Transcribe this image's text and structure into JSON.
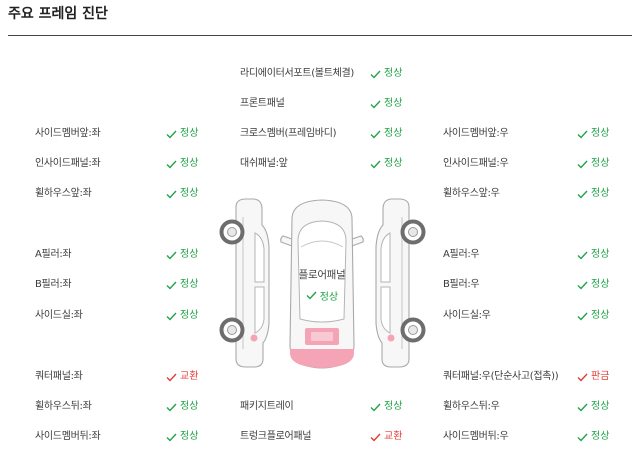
{
  "title": "주요 프레임 진단",
  "status_colors": {
    "정상": "#23a24a",
    "교환": "#e23b35",
    "판금": "#e23b35"
  },
  "icons": {
    "status": "check-icon"
  },
  "frame": {
    "left": [
      {
        "label": "사이드멤버앞:좌",
        "status": "정상"
      },
      {
        "label": "인사이드패널:좌",
        "status": "정상"
      },
      {
        "label": "휠하우스앞:좌",
        "status": "정상"
      },
      {
        "label": "A필러:좌",
        "status": "정상"
      },
      {
        "label": "B필러:좌",
        "status": "정상"
      },
      {
        "label": "사이드실:좌",
        "status": "정상"
      },
      {
        "label": "쿼터패널:좌",
        "status": "교환"
      },
      {
        "label": "휠하우스뒤:좌",
        "status": "정상"
      },
      {
        "label": "사이드멤버뒤:좌",
        "status": "정상"
      }
    ],
    "center": [
      {
        "label": "라디에이터서포트(볼트체결)",
        "status": "정상"
      },
      {
        "label": "프론트패널",
        "status": "정상"
      },
      {
        "label": "크로스멤버(프레임바디)",
        "status": "정상"
      },
      {
        "label": "대쉬패널:앞",
        "status": "정상"
      },
      {
        "label": "패키지트레이",
        "status": "정상"
      },
      {
        "label": "트렁크플로어패널",
        "status": "교환"
      }
    ],
    "right": [
      {
        "label": "사이드멤버앞:우",
        "status": "정상"
      },
      {
        "label": "인사이드패널:우",
        "status": "정상"
      },
      {
        "label": "휠하우스앞:우",
        "status": "정상"
      },
      {
        "label": "A필러:우",
        "status": "정상"
      },
      {
        "label": "B필러:우",
        "status": "정상"
      },
      {
        "label": "사이드실:우",
        "status": "정상"
      },
      {
        "label": "쿼터패널:우(단순사고(접촉))",
        "status": "판금"
      },
      {
        "label": "휠하우스뒤:우",
        "status": "정상"
      },
      {
        "label": "사이드멤버뒤:우",
        "status": "정상"
      }
    ]
  },
  "diagram": {
    "floor_panel": {
      "label": "플로어패널",
      "status": "정상"
    },
    "highlight_color": "#f4a4b4"
  }
}
